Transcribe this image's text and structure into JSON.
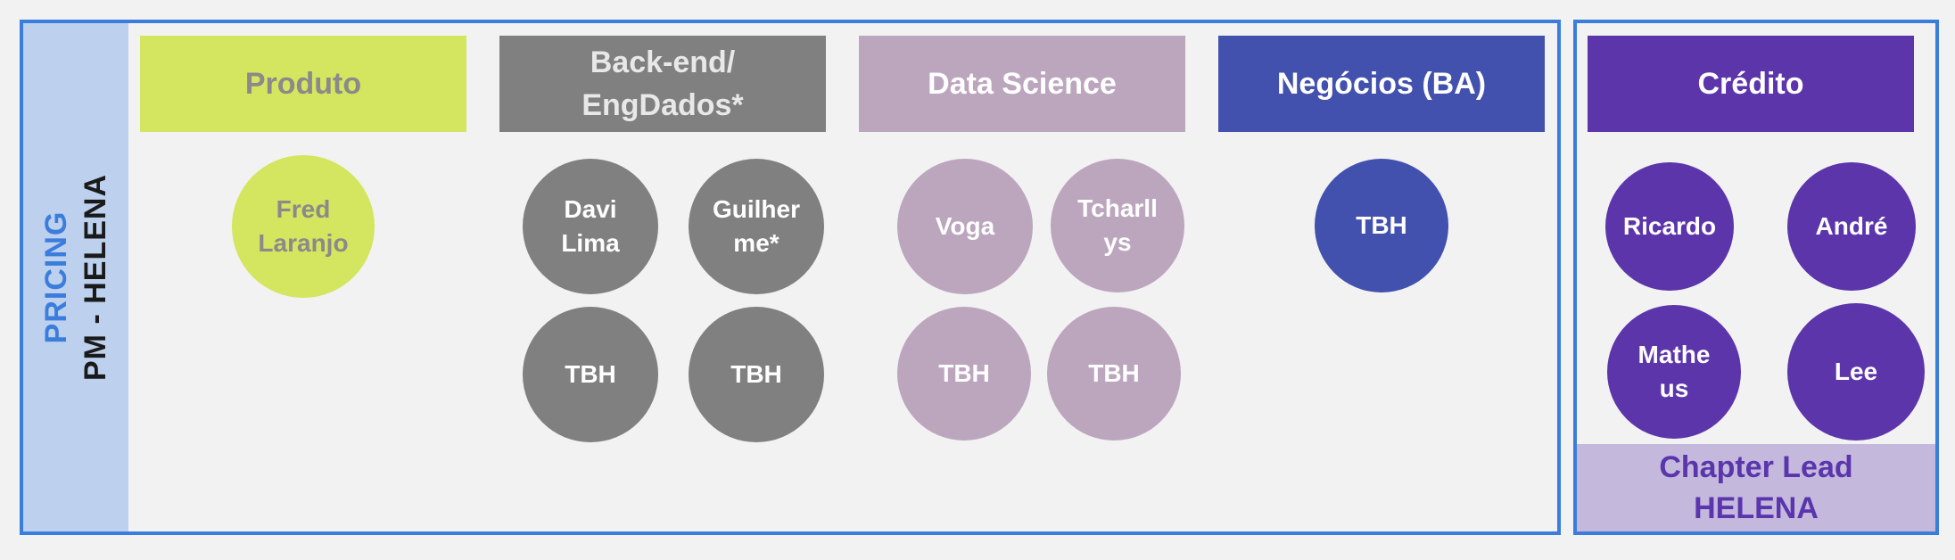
{
  "colors": {
    "frame_border": "#3b7ddd",
    "side_band": "#bdd1ee",
    "produto": "#d4e55f",
    "backend": "#808080",
    "data_science": "#bca6be",
    "negocios": "#4250ae",
    "credito": "#5c35ab",
    "chapter_bg": "#c4b8dd"
  },
  "side": {
    "line1": "PRICING",
    "line2": "PM - HELENA"
  },
  "columns": {
    "produto": {
      "title": "Produto",
      "members": [
        "Fred\nLaranjo"
      ]
    },
    "backend": {
      "title": "Back-end/\nEngDados*",
      "members": [
        "Davi\nLima",
        "Guilher\nme*",
        "TBH",
        "TBH"
      ]
    },
    "data_science": {
      "title": "Data Science",
      "members": [
        "Voga",
        "Tcharll\nys",
        "TBH",
        "TBH"
      ]
    },
    "negocios": {
      "title": "Negócios (BA)",
      "members": [
        "TBH"
      ]
    }
  },
  "credito": {
    "title": "Crédito",
    "members": [
      "Ricardo",
      "André",
      "Mathe\nus",
      "Lee"
    ],
    "chapter_line1": "Chapter Lead",
    "chapter_line2": "HELENA"
  }
}
